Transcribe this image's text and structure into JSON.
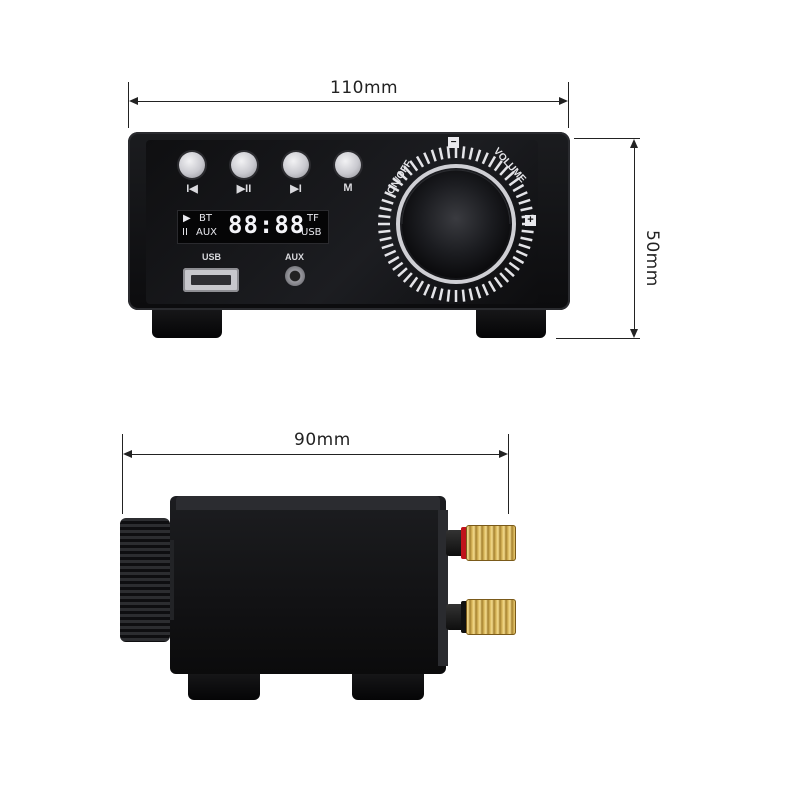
{
  "dimensions": {
    "width_label": "110mm",
    "height_label": "50mm",
    "depth_label": "90mm"
  },
  "front_panel": {
    "buttons": [
      {
        "icon": "previous-icon",
        "label": "I◀"
      },
      {
        "icon": "play-pause-icon",
        "label": "▶II"
      },
      {
        "icon": "next-icon",
        "label": "▶I"
      },
      {
        "icon": "mode-icon",
        "label": "M"
      }
    ],
    "display": {
      "play_indicator": "▶",
      "pause_indicator": "II",
      "bt_label": "BT",
      "aux_label": "AUX",
      "time": "88:88",
      "tf_label": "TF",
      "usb_label": "USB"
    },
    "ports": {
      "usb_label": "USB",
      "aux_label": "AUX"
    },
    "knob": {
      "on_off_label": "ON/OFF",
      "volume_label": "VOLUME",
      "minus_label": "−",
      "plus_label": "+"
    }
  },
  "side_view": {
    "terminal_colors": [
      "#c0141c",
      "#111111"
    ]
  }
}
